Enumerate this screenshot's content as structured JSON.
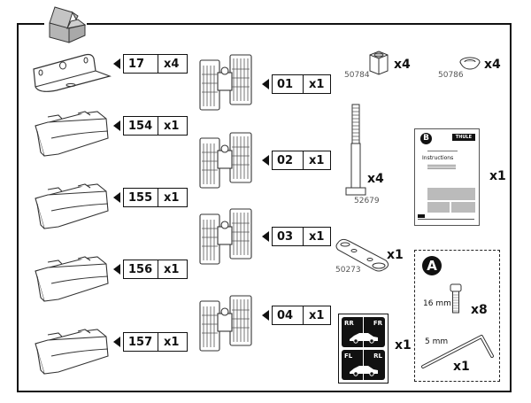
{
  "left_column": [
    {
      "id": "17",
      "qty": "x4",
      "kind": "bracket"
    },
    {
      "id": "154",
      "qty": "x1",
      "kind": "foot-pad"
    },
    {
      "id": "155",
      "qty": "x1",
      "kind": "foot-pad"
    },
    {
      "id": "156",
      "qty": "x1",
      "kind": "foot-pad"
    },
    {
      "id": "157",
      "qty": "x1",
      "kind": "foot-pad"
    }
  ],
  "middle_column": [
    {
      "id": "01",
      "qty": "x1"
    },
    {
      "id": "02",
      "qty": "x1"
    },
    {
      "id": "03",
      "qty": "x1"
    },
    {
      "id": "04",
      "qty": "x1"
    }
  ],
  "hardware": {
    "nut": {
      "part": "50784",
      "qty": "x4"
    },
    "washer": {
      "part": "50786",
      "qty": "x4"
    },
    "bolt": {
      "part": "52679",
      "qty": "x4"
    },
    "plate": {
      "part": "50273",
      "qty": "x1"
    },
    "sticker": {
      "qty": "x1",
      "labels": [
        "RR",
        "FR",
        "FL",
        "RL"
      ]
    }
  },
  "manual": {
    "badge": "B",
    "title": "Instructions",
    "brand": "THULE",
    "qty": "x1"
  },
  "kit_a": {
    "badge": "A",
    "screw_size": "16 mm",
    "screw_qty": "x8",
    "key_size": "5 mm",
    "key_qty": "x1"
  },
  "colors": {
    "ink": "#111111",
    "box_grey": "#bdbdbd",
    "part_grey": "#555555"
  }
}
